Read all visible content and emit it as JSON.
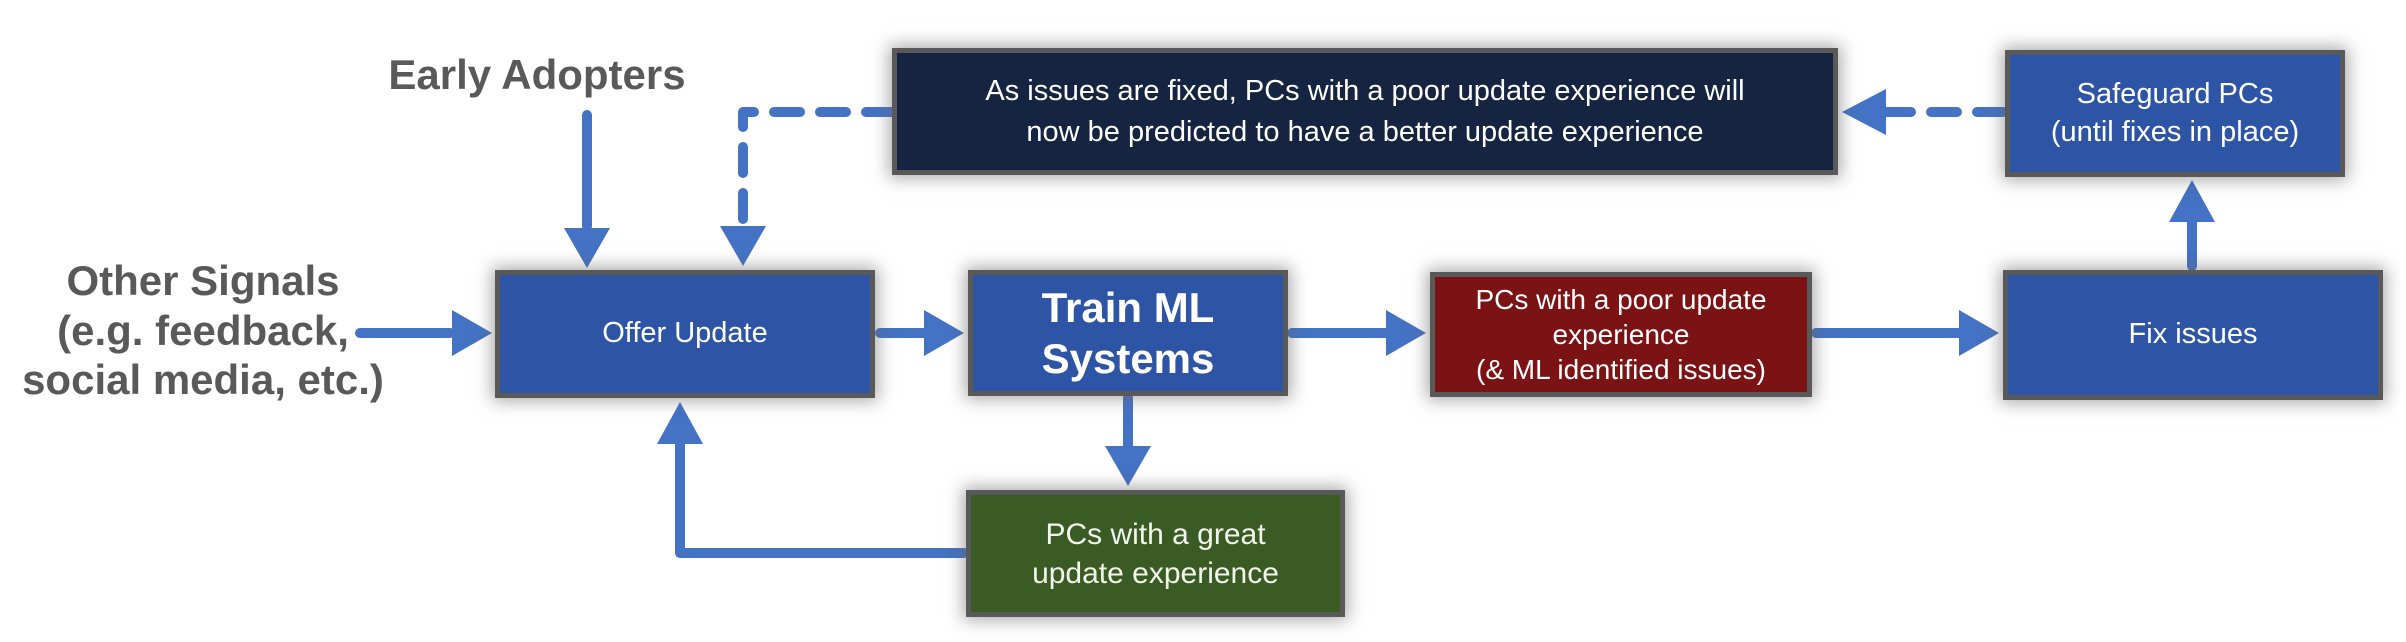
{
  "colors": {
    "node_blue": "#2E55A5",
    "node_navy": "#152440",
    "node_red": "#7B1315",
    "node_green": "#3B5B24",
    "border_gray": "#595959",
    "arrow_blue": "#4472C4",
    "label_gray": "#595959",
    "canvas_bg": "#FFFFFF"
  },
  "labels": {
    "early_adopters": "Early Adopters",
    "other_signals": "Other Signals\n(e.g. feedback,\nsocial media, etc.)"
  },
  "nodes": {
    "offer_update": "Offer Update",
    "train_ml_systems": "Train ML\nSystems",
    "fixed_note": "As issues are fixed, PCs with a poor update experience will\nnow be predicted to have a better update experience",
    "poor_update_pcs": "PCs with a poor update\nexperience\n(& ML identified issues)",
    "fix_issues": "Fix issues",
    "safeguard_pcs": "Safeguard PCs\n(until fixes in place)",
    "great_update_pcs": "PCs with a great\nupdate experience"
  }
}
